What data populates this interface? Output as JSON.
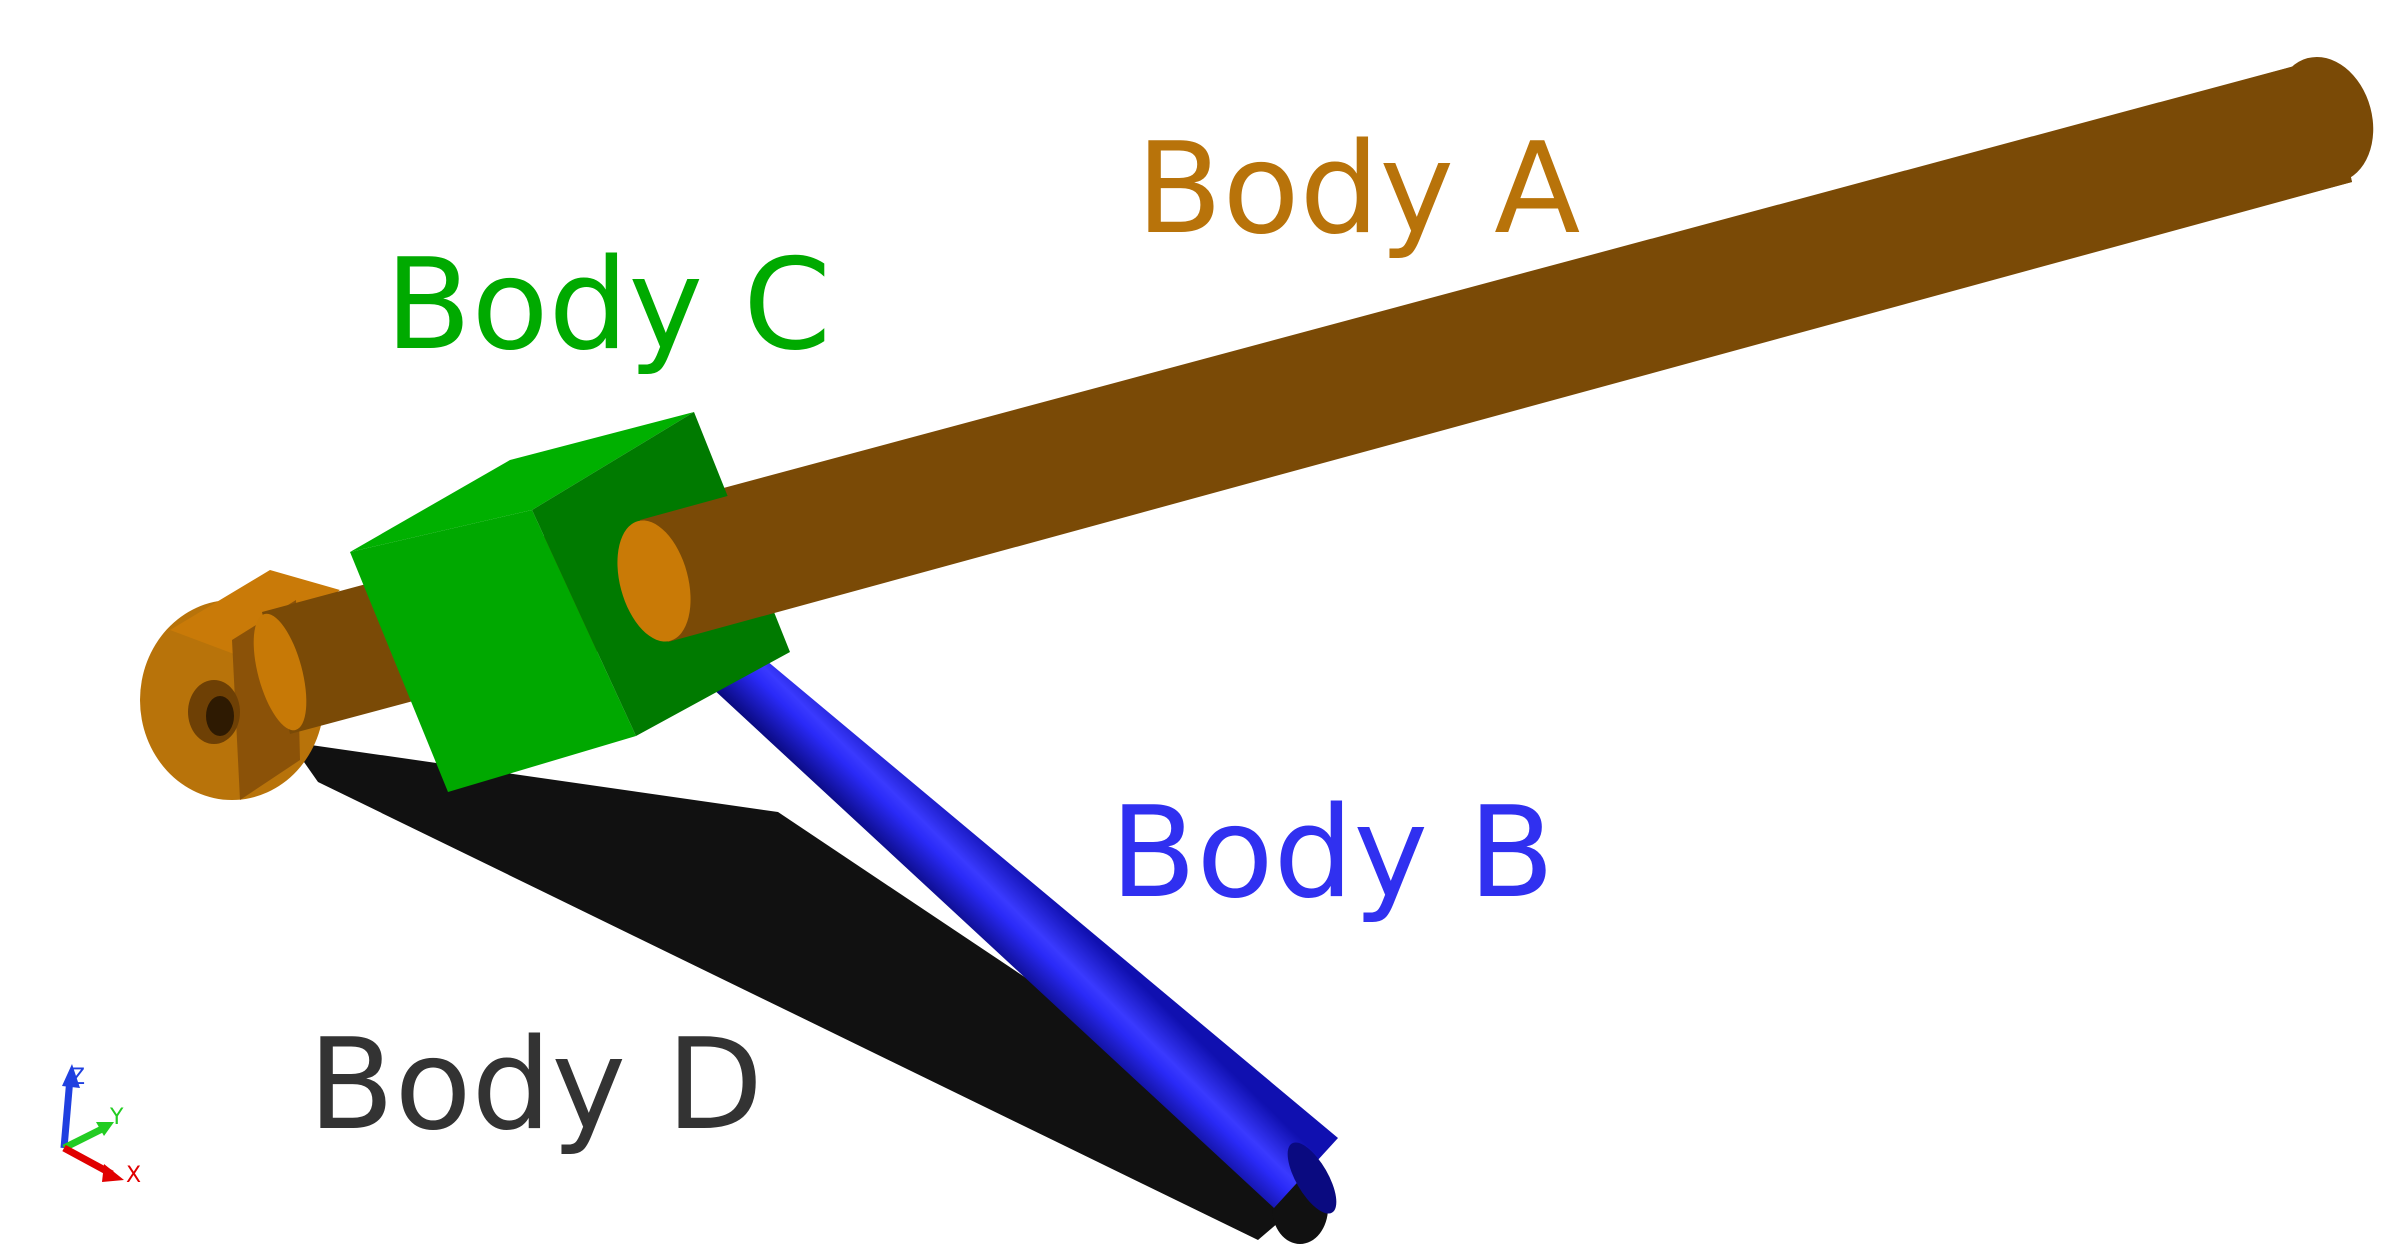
{
  "colors": {
    "background": "#ffffff",
    "body_a": "#b8730a",
    "body_b": "#3030f0",
    "body_c": "#00aa00",
    "body_d": "#333333",
    "axis_x": "#e00000",
    "axis_y": "#22cc22",
    "axis_z": "#2040e0"
  },
  "labels": {
    "body_a": "Body A",
    "body_b": "Body B",
    "body_c": "Body C",
    "body_d": "Body D"
  },
  "triad": {
    "x": "X",
    "y": "Y",
    "z": "Z"
  }
}
